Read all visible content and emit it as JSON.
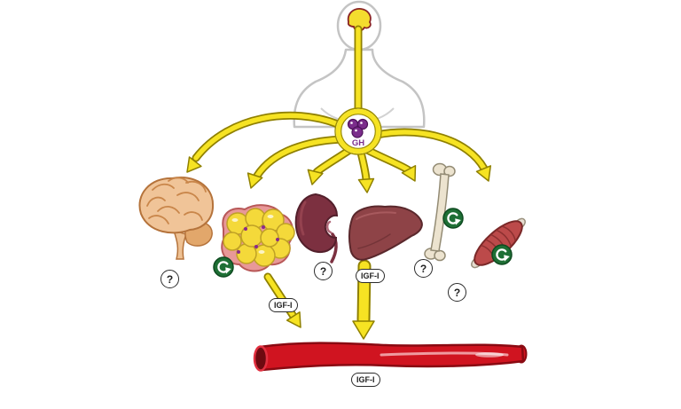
{
  "hub": {
    "label": "GH"
  },
  "badges": {
    "igf_adipose": "IGF-I",
    "igf_liver": "IGF-I",
    "igf_vessel": "IGF-I",
    "q_brain": "?",
    "q_kidney": "?",
    "q_bone": "?",
    "q_muscle": "?"
  },
  "icons": {
    "organs": [
      "hypothalamus",
      "pituitary-gh-hub",
      "brain",
      "adipose-tissue",
      "kidney",
      "liver",
      "bone",
      "skeletal-muscle",
      "blood-vessel"
    ],
    "recycle_icons_on": [
      "adipose-tissue",
      "bone",
      "skeletal-muscle"
    ]
  },
  "colors": {
    "arrow_yellow": "#f6e323",
    "arrow_outline": "#8f8000",
    "gh_purple": "#7b2d8b",
    "recycle_green": "#1e6f35",
    "vessel_red": "#d01420"
  }
}
